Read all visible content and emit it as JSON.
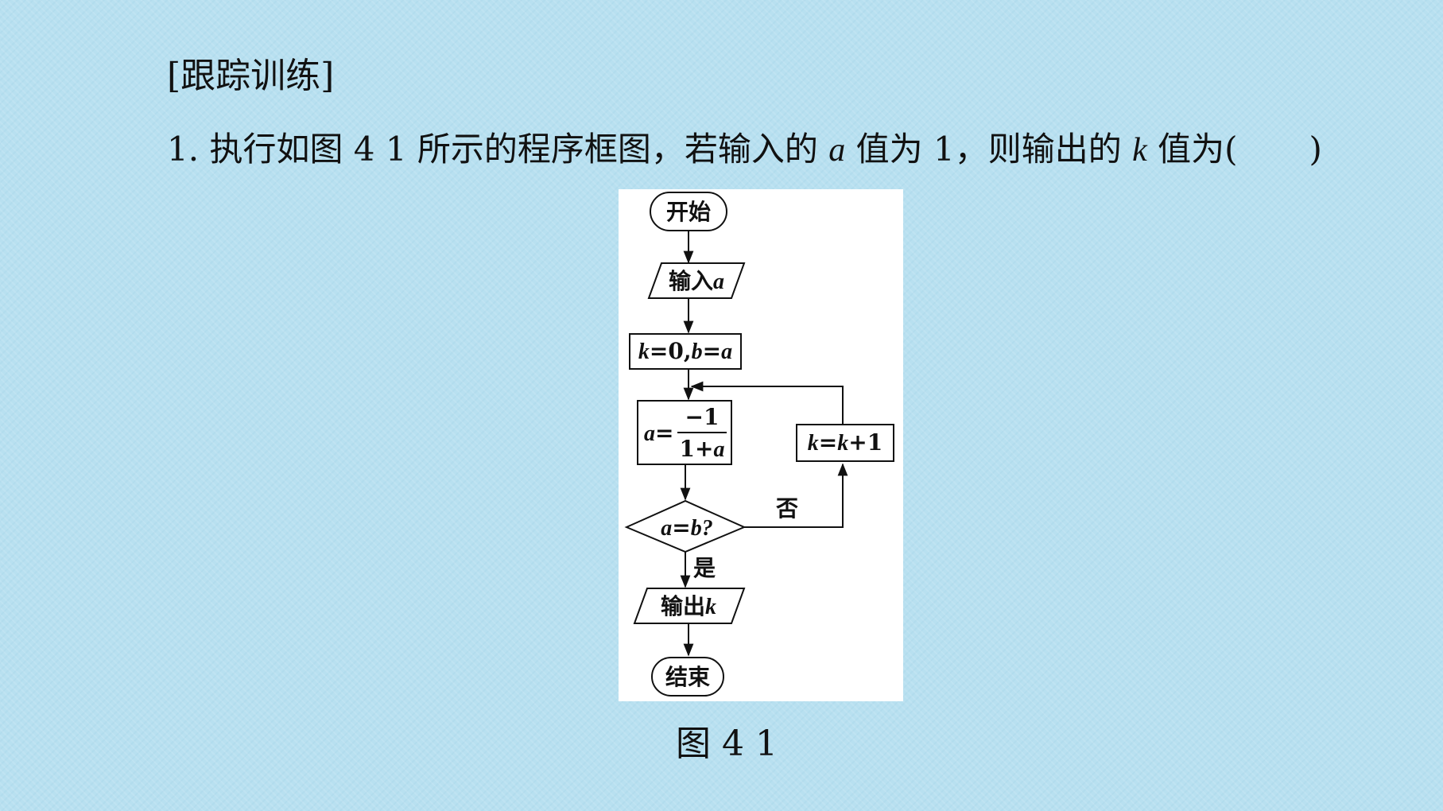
{
  "heading": "[跟踪训练]",
  "question": {
    "number": "1.",
    "part1": "执行如图 4 1 所示的程序框图，若输入的",
    "var_a": "a",
    "part2": "值为 1，则输出的",
    "var_k": "k",
    "part3": "值为(",
    "close_paren": ")"
  },
  "flowchart": {
    "start": "开始",
    "input_label": "输入",
    "input_var": "a",
    "init_k": "k",
    "init_eq0": "=0,",
    "init_b": "b",
    "init_eq": "=",
    "init_a": "a",
    "assign_a": "a",
    "assign_eq": "=",
    "numerator": "−1",
    "denom_one": "1+",
    "denom_a": "a",
    "decision_a": "a",
    "decision_eq": "=",
    "decision_b": "b",
    "decision_q": "?",
    "no_label": "否",
    "yes_label": "是",
    "increment_k1": "k",
    "increment_eq": "=",
    "increment_k2": "k",
    "increment_plus": "+1",
    "output_label": "输出",
    "output_var": "k",
    "end": "结束"
  },
  "caption": "图 4 1"
}
